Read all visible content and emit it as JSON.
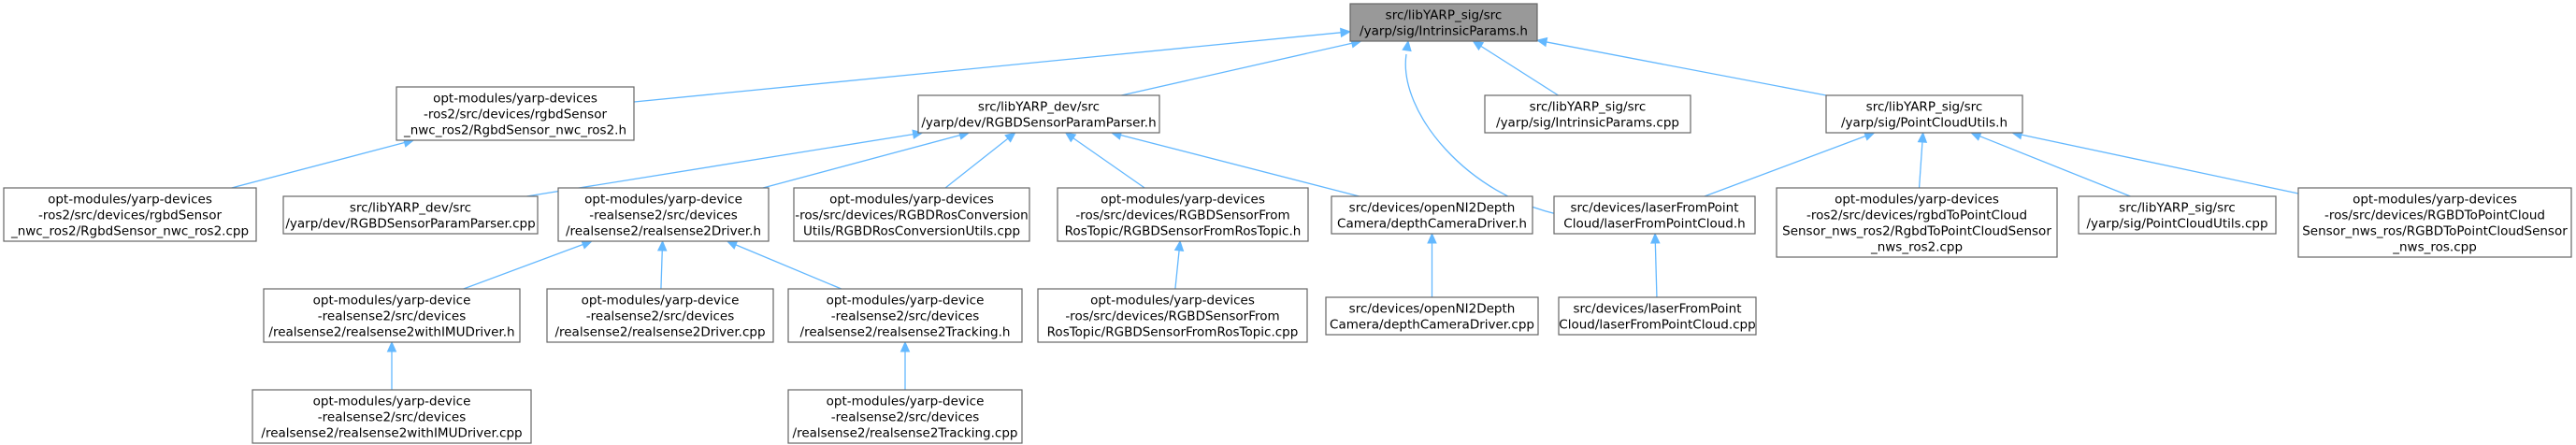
{
  "nodes": [
    {
      "id": "root",
      "root": true,
      "lines": [
        "src/libYARP_sig/src",
        "/yarp/sig/IntrinsicParams.h"
      ]
    },
    {
      "id": "rgbdSensorNwcRos2H",
      "lines": [
        "opt-modules/yarp-devices",
        "-ros2/src/devices/rgbdSensor",
        "_nwc_ros2/RgbdSensor_nwc_ros2.h"
      ]
    },
    {
      "id": "rgbdParamParserH",
      "lines": [
        "src/libYARP_dev/src",
        "/yarp/dev/RGBDSensorParamParser.h"
      ]
    },
    {
      "id": "intrinsicCpp",
      "lines": [
        "src/libYARP_sig/src",
        "/yarp/sig/IntrinsicParams.cpp"
      ]
    },
    {
      "id": "pointCloudUtilsH",
      "lines": [
        "src/libYARP_sig/src",
        "/yarp/sig/PointCloudUtils.h"
      ]
    },
    {
      "id": "rgbdSensorNwcRos2Cpp",
      "lines": [
        "opt-modules/yarp-devices",
        "-ros2/src/devices/rgbdSensor",
        "_nwc_ros2/RgbdSensor_nwc_ros2.cpp"
      ]
    },
    {
      "id": "rgbdParamParserCpp",
      "lines": [
        "src/libYARP_dev/src",
        "/yarp/dev/RGBDSensorParamParser.cpp"
      ]
    },
    {
      "id": "realsense2DriverH",
      "lines": [
        "opt-modules/yarp-device",
        "-realsense2/src/devices",
        "/realsense2/realsense2Driver.h"
      ]
    },
    {
      "id": "rgbdRosConvUtilsCpp",
      "lines": [
        "opt-modules/yarp-devices",
        "-ros/src/devices/RGBDRosConversion",
        "Utils/RGBDRosConversionUtils.cpp"
      ]
    },
    {
      "id": "rgbdFromRosTopicH",
      "lines": [
        "opt-modules/yarp-devices",
        "-ros/src/devices/RGBDSensorFrom",
        "RosTopic/RGBDSensorFromRosTopic.h"
      ]
    },
    {
      "id": "depthCameraDriverH",
      "lines": [
        "src/devices/openNI2Depth",
        "Camera/depthCameraDriver.h"
      ]
    },
    {
      "id": "laserFromPointCloudH",
      "lines": [
        "src/devices/laserFromPoint",
        "Cloud/laserFromPointCloud.h"
      ]
    },
    {
      "id": "rgbdToPointCloudNwsRos2Cpp",
      "lines": [
        "opt-modules/yarp-devices",
        "-ros2/src/devices/rgbdToPointCloud",
        "Sensor_nws_ros2/RgbdToPointCloudSensor",
        "_nws_ros2.cpp"
      ]
    },
    {
      "id": "pointCloudUtilsCpp",
      "lines": [
        "src/libYARP_sig/src",
        "/yarp/sig/PointCloudUtils.cpp"
      ]
    },
    {
      "id": "rgbdToPointCloudNwsRosCpp",
      "lines": [
        "opt-modules/yarp-devices",
        "-ros/src/devices/RGBDToPointCloud",
        "Sensor_nws_ros/RGBDToPointCloudSensor",
        "_nws_ros.cpp"
      ]
    },
    {
      "id": "realsense2WithImuH",
      "lines": [
        "opt-modules/yarp-device",
        "-realsense2/src/devices",
        "/realsense2/realsense2withIMUDriver.h"
      ]
    },
    {
      "id": "realsense2DriverCpp",
      "lines": [
        "opt-modules/yarp-device",
        "-realsense2/src/devices",
        "/realsense2/realsense2Driver.cpp"
      ]
    },
    {
      "id": "realsense2TrackingH",
      "lines": [
        "opt-modules/yarp-device",
        "-realsense2/src/devices",
        "/realsense2/realsense2Tracking.h"
      ]
    },
    {
      "id": "rgbdFromRosTopicCpp",
      "lines": [
        "opt-modules/yarp-devices",
        "-ros/src/devices/RGBDSensorFrom",
        "RosTopic/RGBDSensorFromRosTopic.cpp"
      ]
    },
    {
      "id": "depthCameraDriverCpp",
      "lines": [
        "src/devices/openNI2Depth",
        "Camera/depthCameraDriver.cpp"
      ]
    },
    {
      "id": "laserFromPointCloudCpp",
      "lines": [
        "src/devices/laserFromPoint",
        "Cloud/laserFromPointCloud.cpp"
      ]
    },
    {
      "id": "realsense2WithImuCpp",
      "lines": [
        "opt-modules/yarp-device",
        "-realsense2/src/devices",
        "/realsense2/realsense2withIMUDriver.cpp"
      ]
    },
    {
      "id": "realsense2TrackingCpp",
      "lines": [
        "opt-modules/yarp-device",
        "-realsense2/src/devices",
        "/realsense2/realsense2Tracking.cpp"
      ]
    }
  ],
  "edges": [
    [
      "rgbdSensorNwcRos2H",
      "root"
    ],
    [
      "rgbdParamParserH",
      "root"
    ],
    [
      "intrinsicCpp",
      "root"
    ],
    [
      "pointCloudUtilsH",
      "root"
    ],
    [
      "laserFromPointCloudH",
      "root"
    ],
    [
      "rgbdSensorNwcRos2Cpp",
      "rgbdSensorNwcRos2H"
    ],
    [
      "rgbdParamParserCpp",
      "rgbdParamParserH"
    ],
    [
      "realsense2DriverH",
      "rgbdParamParserH"
    ],
    [
      "rgbdRosConvUtilsCpp",
      "rgbdParamParserH"
    ],
    [
      "rgbdFromRosTopicH",
      "rgbdParamParserH"
    ],
    [
      "depthCameraDriverH",
      "rgbdParamParserH"
    ],
    [
      "laserFromPointCloudH",
      "pointCloudUtilsH"
    ],
    [
      "rgbdToPointCloudNwsRos2Cpp",
      "pointCloudUtilsH"
    ],
    [
      "pointCloudUtilsCpp",
      "pointCloudUtilsH"
    ],
    [
      "rgbdToPointCloudNwsRosCpp",
      "pointCloudUtilsH"
    ],
    [
      "realsense2WithImuH",
      "realsense2DriverH"
    ],
    [
      "realsense2DriverCpp",
      "realsense2DriverH"
    ],
    [
      "realsense2TrackingH",
      "realsense2DriverH"
    ],
    [
      "rgbdFromRosTopicCpp",
      "rgbdFromRosTopicH"
    ],
    [
      "depthCameraDriverCpp",
      "depthCameraDriverH"
    ],
    [
      "laserFromPointCloudCpp",
      "laserFromPointCloudH"
    ],
    [
      "realsense2WithImuCpp",
      "realsense2WithImuH"
    ],
    [
      "realsense2TrackingCpp",
      "realsense2TrackingH"
    ]
  ],
  "colors": {
    "edge": "#63b8ff",
    "root_fill": "#999999",
    "node_border": "#666666"
  }
}
